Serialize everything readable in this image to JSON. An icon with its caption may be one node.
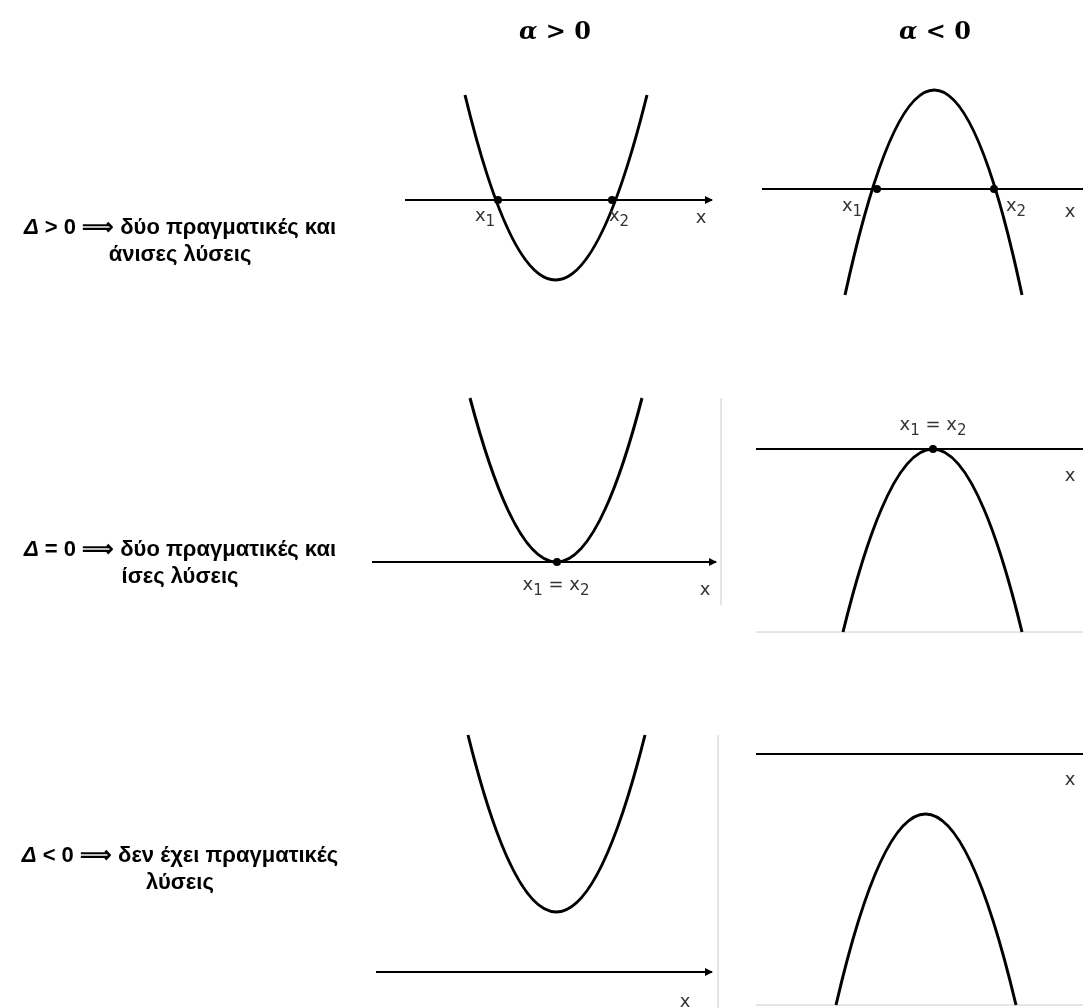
{
  "diagram": {
    "labels": [
      "*α* > 0",
      "*α* < 0",
      "*Δ* > 0 ⟹ δύο πραγματικές και άνισες λύσεις",
      "x$_{1}$",
      "x$_{2}$",
      "x",
      "x$_{1}$",
      "x$_{2}$",
      "x",
      "x$_{1}$ = x$_{2}$",
      "*Δ* = 0 ⟹ δύο πραγματικές και ίσες λύσεις",
      "x",
      "x$_{1}$ = x$_{2}$",
      "x",
      "x",
      "*Δ* < 0 ⟹ δεν έχει πραγματικές λύσεις",
      "x"
    ]
  }
}
